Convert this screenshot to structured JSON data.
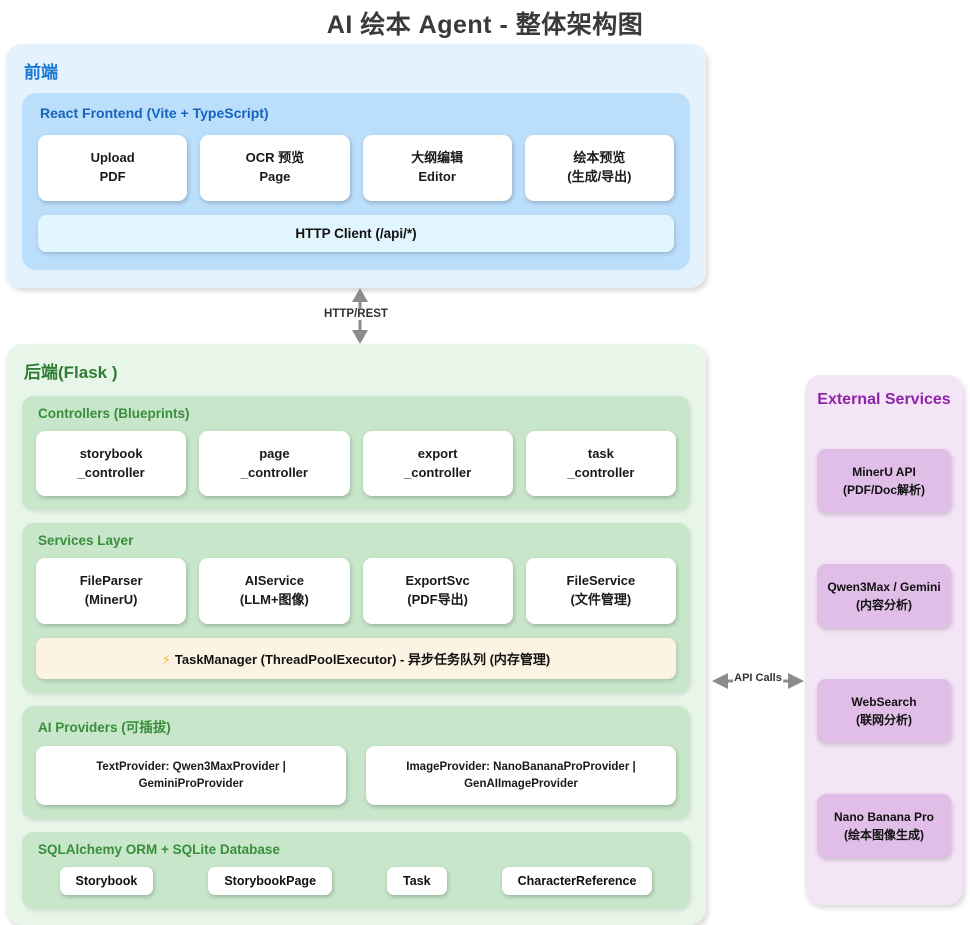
{
  "title": "AI 绘本 Agent - 整体架构图",
  "frontend": {
    "panel_label": "前端",
    "inner_label": "React Frontend (Vite + TypeScript)",
    "cards": [
      {
        "line1": "Upload",
        "line2": "PDF"
      },
      {
        "line1": "OCR 预览",
        "line2": "Page"
      },
      {
        "line1": "大纲编辑",
        "line2": "Editor"
      },
      {
        "line1": "绘本预览",
        "line2": "(生成/导出)"
      }
    ],
    "http_client": "HTTP Client (/api/*)"
  },
  "connector_vertical": {
    "label": "HTTP/REST"
  },
  "connector_horizontal": {
    "label": "API Calls"
  },
  "backend": {
    "panel_label": "后端(Flask )",
    "controllers": {
      "label": "Controllers (Blueprints)",
      "cards": [
        {
          "line1": "storybook",
          "line2": "_controller"
        },
        {
          "line1": "page",
          "line2": "_controller"
        },
        {
          "line1": "export",
          "line2": "_controller"
        },
        {
          "line1": "task",
          "line2": "_controller"
        }
      ]
    },
    "services": {
      "label": "Services Layer",
      "cards": [
        {
          "line1": "FileParser",
          "line2": "(MinerU)"
        },
        {
          "line1": "AIService",
          "line2": "(LLM+图像)"
        },
        {
          "line1": "ExportSvc",
          "line2": "(PDF导出)"
        },
        {
          "line1": "FileService",
          "line2": "(文件管理)"
        }
      ],
      "task_manager_icon": "bolt-icon",
      "task_manager": "TaskManager (ThreadPoolExecutor) - 异步任务队列 (内存管理)"
    },
    "providers": {
      "label": "AI Providers (可插拔)",
      "cards": [
        {
          "line1": "TextProvider: Qwen3MaxProvider |",
          "line2": "GeminiProProvider"
        },
        {
          "line1": "ImageProvider: NanoBananaProProvider |",
          "line2": "GenAIImageProvider"
        }
      ]
    },
    "database": {
      "label": "SQLAlchemy ORM + SQLite Database",
      "chips": [
        "Storybook",
        "StorybookPage",
        "Task",
        "CharacterReference"
      ]
    }
  },
  "external": {
    "panel_label": "External Services",
    "cards": [
      {
        "line1": "MinerU API",
        "line2": "(PDF/Doc解析)"
      },
      {
        "line1": "Qwen3Max / Gemini",
        "line2": "(内容分析)"
      },
      {
        "line1": "WebSearch",
        "line2": "(联网分析)"
      },
      {
        "line1": "Nano Banana Pro",
        "line2": "(绘本图像生成)"
      }
    ]
  },
  "colors": {
    "frontend_panel": "#e3f2fd",
    "frontend_inner": "#bbdefb",
    "frontend_text": "#1976d2",
    "backend_panel": "#e8f5e9",
    "backend_inner": "#c8e6c9",
    "backend_text": "#2e7d32",
    "external_panel": "#f3e5f5",
    "external_card": "#e1bee7",
    "external_text": "#8e24aa",
    "task_bar": "#fdf3e3"
  }
}
